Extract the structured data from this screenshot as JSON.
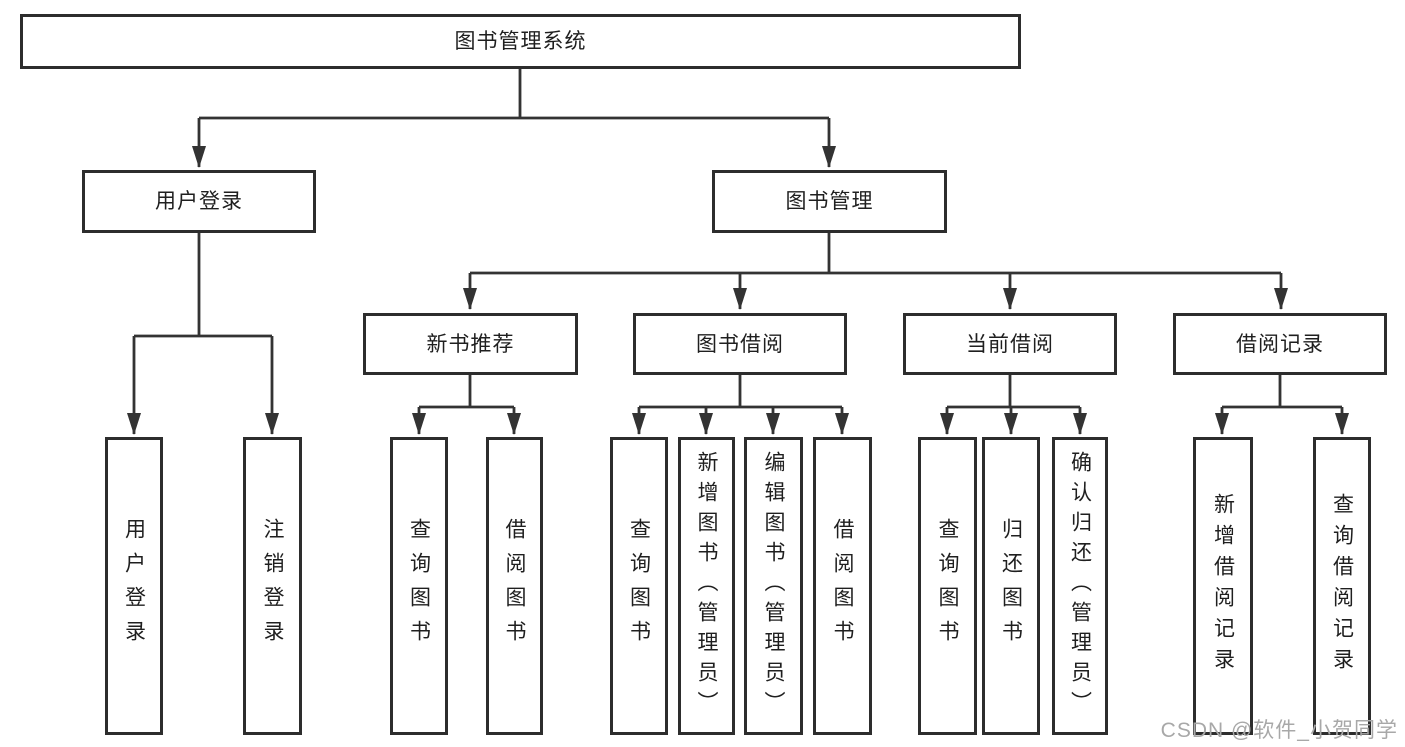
{
  "diagram": {
    "type": "org-chart",
    "tree": {
      "label": "图书管理系统",
      "children": [
        {
          "label": "用户登录",
          "children": [
            {
              "label": "用户登录"
            },
            {
              "label": "注销登录"
            }
          ]
        },
        {
          "label": "图书管理",
          "children": [
            {
              "label": "新书推荐",
              "children": [
                {
                  "label": "查询图书"
                },
                {
                  "label": "借阅图书"
                }
              ]
            },
            {
              "label": "图书借阅",
              "children": [
                {
                  "label": "查询图书"
                },
                {
                  "label": "新增图书（管理员）"
                },
                {
                  "label": "编辑图书（管理员）"
                },
                {
                  "label": "借阅图书"
                }
              ]
            },
            {
              "label": "当前借阅",
              "children": [
                {
                  "label": "查询图书"
                },
                {
                  "label": "归还图书"
                },
                {
                  "label": "确认归还（管理员）"
                }
              ]
            },
            {
              "label": "借阅记录",
              "children": [
                {
                  "label": "新增借阅记录"
                },
                {
                  "label": "查询借阅记录"
                }
              ]
            }
          ]
        }
      ]
    },
    "watermark": {
      "text": "CSDN @软件_小贺同学",
      "color": "#a8a8a8"
    },
    "colors": {
      "background": "#ffffff",
      "line": "#333333",
      "box_border": "#2d2d2d",
      "text": "#1f1f1f"
    }
  }
}
